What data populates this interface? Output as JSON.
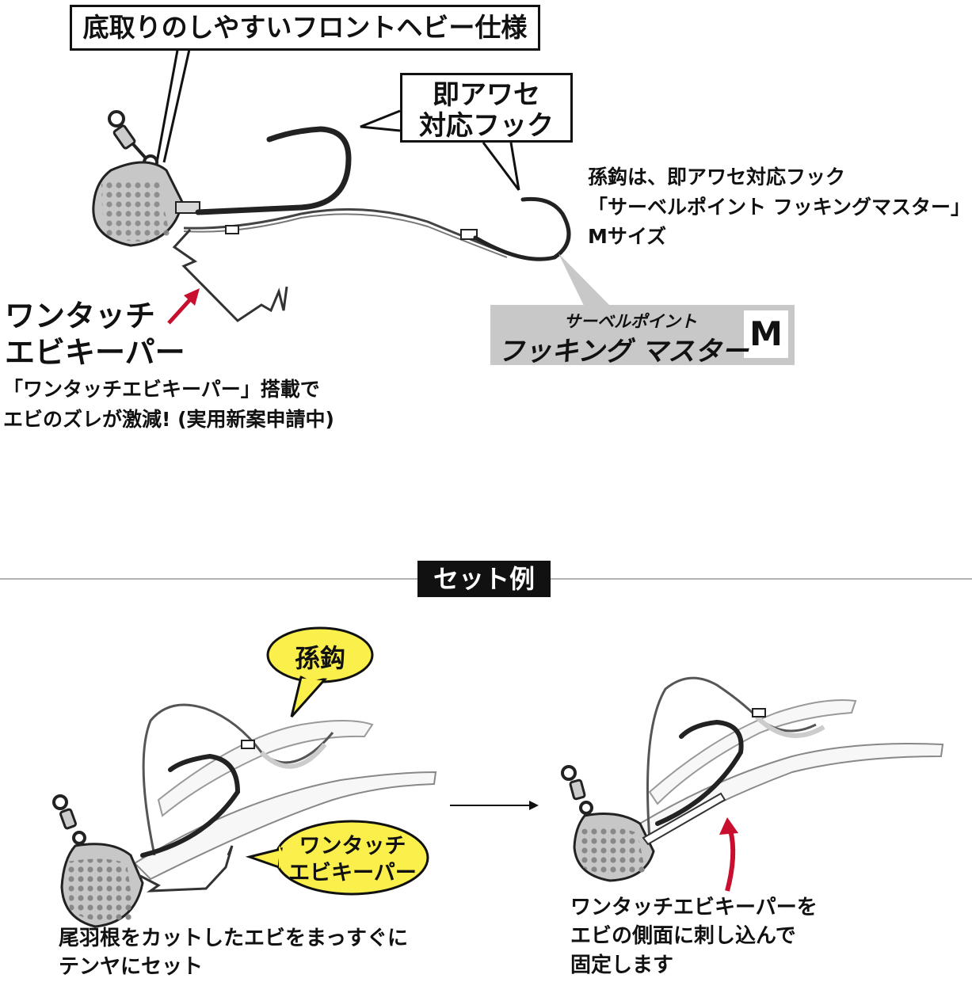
{
  "top": {
    "callout_front_heavy": "底取りのしやすいフロントヘビー仕様",
    "callout_hook_line1": "即アワセ",
    "callout_hook_line2": "対応フック",
    "hook_desc_line1": "孫鈎は、即アワセ対応フック",
    "hook_desc_line2": "「サーベルポイント フッキングマスター」",
    "hook_desc_line3": "Mサイズ",
    "product_label_small": "サーベルポイント",
    "product_label_large": "フッキング マスター",
    "product_size": "M",
    "keeper_title_line1": "ワンタッチ",
    "keeper_title_line2": "エビキーパー",
    "keeper_desc_line1": "「ワンタッチエビキーパー」搭載で",
    "keeper_desc_line2": "エビのズレが激減! (実用新案申請中)"
  },
  "section": {
    "title": "セット例"
  },
  "example": {
    "bubble_mago": "孫鈎",
    "bubble_keeper_line1": "ワンタッチ",
    "bubble_keeper_line2": "エビキーパー",
    "step1_line1": "尾羽根をカットしたエビをまっすぐに",
    "step1_line2": "テンヤにセット",
    "step2_line1": "ワンタッチエビキーパーを",
    "step2_line2": "エビの側面に刺し込んで",
    "step2_line3": "固定します"
  },
  "colors": {
    "bubble_yellow": "#fbf04b",
    "arrow_red": "#c8102e",
    "label_gray": "#c8c8c8",
    "sinker_gray": "#bdbdbd"
  }
}
